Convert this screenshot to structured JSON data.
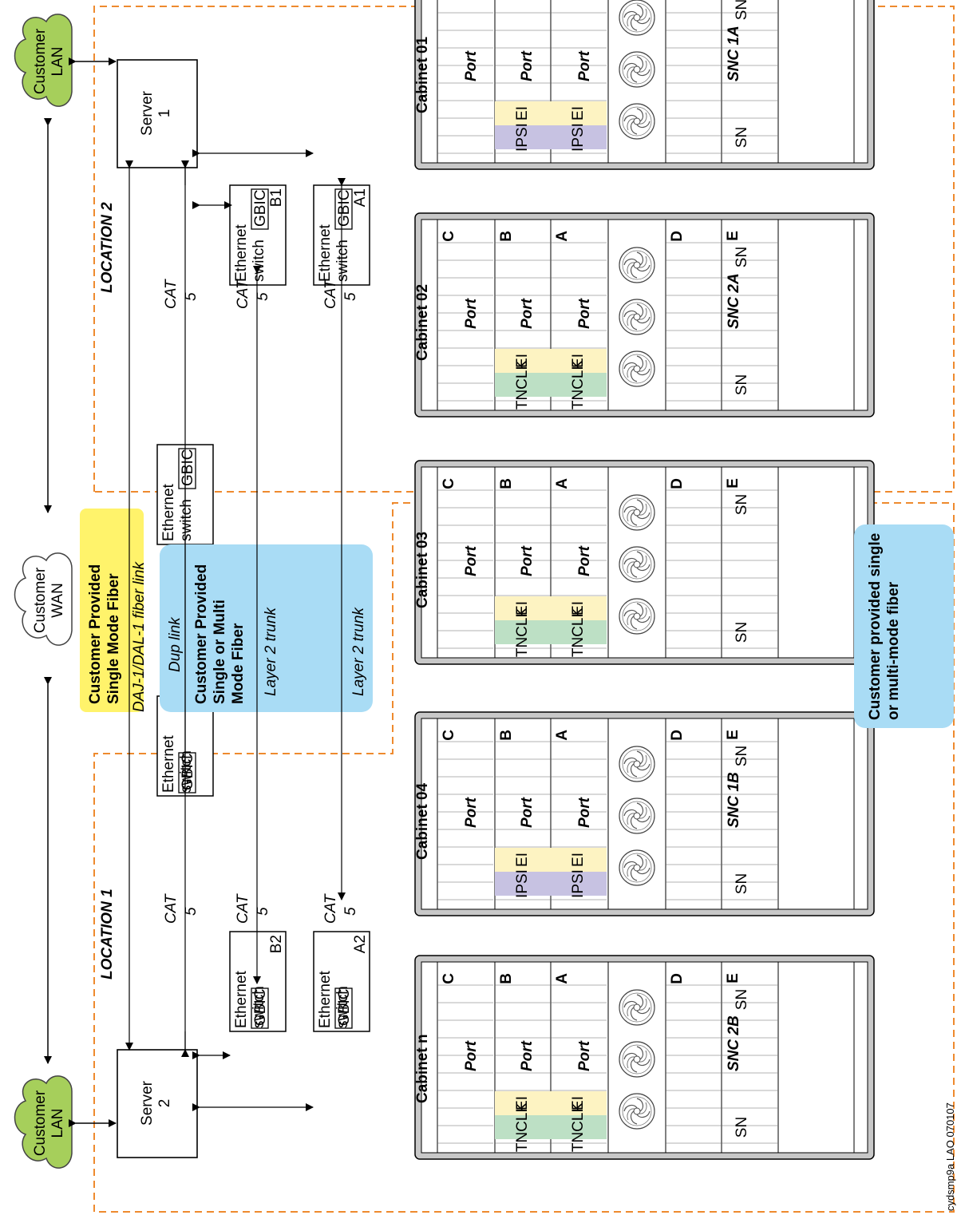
{
  "locations": {
    "loc1": "LOCATION 1",
    "loc2": "LOCATION 2"
  },
  "clouds": {
    "lan1": [
      "Customer",
      "LAN"
    ],
    "wan": [
      "Customer",
      "WAN"
    ],
    "lan2": [
      "Customer",
      "LAN"
    ]
  },
  "servers": {
    "s1": [
      "Server",
      "1"
    ],
    "s2": [
      "Server",
      "2"
    ]
  },
  "switches": {
    "b1": {
      "lines": [
        "Ethernet",
        "switch"
      ],
      "gbic": "GBIC",
      "id": "B1"
    },
    "a1": {
      "lines": [
        "Ethernet",
        "switch"
      ],
      "gbic": "GBIC",
      "id": "A1"
    },
    "dup1": {
      "lines": [
        "Ethernet",
        "switch"
      ],
      "gbic": "GBIC"
    },
    "dup2": {
      "lines": [
        "Ethernet",
        "switch"
      ],
      "gbic": "GBIC"
    },
    "b2": {
      "lines": [
        "Ethernet",
        "switch"
      ],
      "gbic": "GBIC",
      "id": "B2"
    },
    "a2": {
      "lines": [
        "Ethernet",
        "switch"
      ],
      "gbic": "GBIC",
      "id": "A2"
    }
  },
  "cat5": [
    "CAT",
    "5"
  ],
  "fiber_box": {
    "yellow": [
      "Customer Provided",
      "Single Mode Fiber"
    ],
    "dal": "DAJ-1/DAL-1 fiber link"
  },
  "blue_box": {
    "dup": "Dup link",
    "title": [
      "Customer Provided",
      "Single or Multi",
      "Mode Fiber"
    ],
    "l2a": "Layer 2 trunk",
    "l2b": "Layer 2 trunk"
  },
  "right_box": [
    "Customer provided single",
    "or multi-mode fiber"
  ],
  "cabinets": [
    {
      "name": "Cabinet 01",
      "snc": "SNC 1A",
      "left": "IPSI"
    },
    {
      "name": "Cabinet 02",
      "snc": "SNC 2A",
      "left": "TNCLK"
    },
    {
      "name": "Cabinet 03",
      "snc": "",
      "left": "TNCLK"
    },
    {
      "name": "Cabinet 04",
      "snc": "SNC 1B",
      "left": "IPSI"
    },
    {
      "name": "Cabinet n",
      "snc": "SNC 2B",
      "left": "TNCLK"
    }
  ],
  "carriers": {
    "c": "C",
    "b": "B",
    "a": "A",
    "d": "D",
    "e": "E"
  },
  "port": "Port",
  "ei": "EI",
  "sn": "SN",
  "footnote": "cydsmp9a LAO 070107",
  "colors": {
    "cloud": "#a6cf5b",
    "yellow": "#fff36b",
    "blue": "#a9dcf5",
    "dash": "#ee8a2e",
    "ei": "#fdf3c2",
    "tnclk": "#bde0c5",
    "ipsi": "#c7c2e2"
  }
}
